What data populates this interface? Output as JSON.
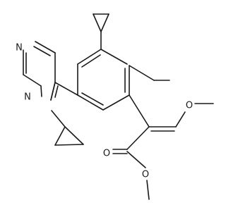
{
  "molecule": {
    "atom_labels": {
      "n_top": "N",
      "n_bottom": "N",
      "o_methoxy": "O",
      "o_carbonyl": "O",
      "o_ester": "O"
    },
    "colors": {
      "bond": "#1a1a1a",
      "background": "#ffffff"
    }
  }
}
